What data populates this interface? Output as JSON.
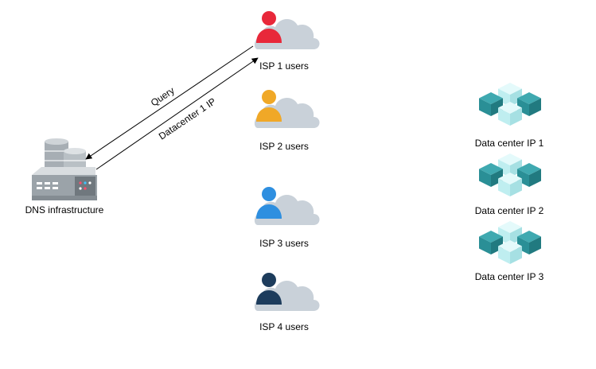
{
  "dns": {
    "label": "DNS infrastructure",
    "icon": "server-icon"
  },
  "arrows": {
    "query_label": "Query",
    "response_label": "Datacenter 1 IP"
  },
  "isps": [
    {
      "label": "ISP 1 users",
      "color": "#e8283a"
    },
    {
      "label": "ISP 2 users",
      "color": "#f0a827"
    },
    {
      "label": "ISP 3 users",
      "color": "#2e8fe0"
    },
    {
      "label": "ISP 4 users",
      "color": "#1d3c5c"
    }
  ],
  "datacenters": [
    {
      "label": "Data center IP 1"
    },
    {
      "label": "Data center IP 2"
    },
    {
      "label": "Data center IP 3"
    }
  ],
  "colors": {
    "cloud": "#c9d1d9",
    "cube_dark": "#2a8f96",
    "cube_light": "#bfeef0",
    "server_body": "#9aa3aa",
    "server_top": "#e3e6e9",
    "arrow": "#000000"
  }
}
